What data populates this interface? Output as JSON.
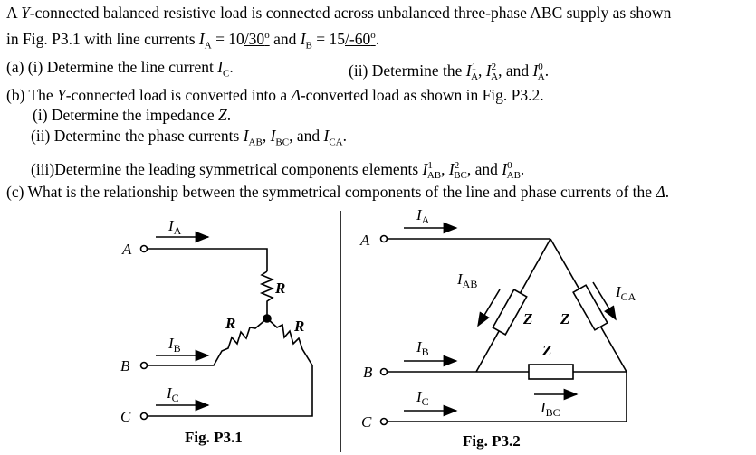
{
  "problem": {
    "line1": "A Y-connected balanced resistive load is connected across unbalanced three-phase ABC supply as shown",
    "line2": "in Fig. P3.1 with line currents I_A = 10/30° and I_B = 15/-60°.",
    "a_i": "(a) (i) Determine the line current I_C.",
    "a_ii": "(ii) Determine the I¹_A, I²_A, and I⁰_A.",
    "b": "(b) The Y-connected load is converted into a Δ-converted load as shown in Fig. P3.2.",
    "b_i": "(i) Determine the impedance Z.",
    "b_ii": "(ii) Determine the phase currents I_AB, I_BC, and I_CA.",
    "b_iii": "(iii)Determine the leading symmetrical components elements I¹_AB, I²_BC, and I⁰_AB.",
    "c": "(c) What is the relationship between the symmetrical components of the line and phase currents of the Δ."
  },
  "fig1": {
    "caption": "Fig. P3.1",
    "node_a": "A",
    "node_b": "B",
    "node_c": "C",
    "resistor": "R",
    "current_a": "A",
    "current_b": "B",
    "current_c": "C"
  },
  "fig2": {
    "caption": "Fig. P3.2",
    "node_a": "A",
    "node_b": "B",
    "node_c": "C",
    "impedance": "Z",
    "i_ab": "AB",
    "i_ca": "CA",
    "i_bc": "BC",
    "current_a": "A",
    "current_b": "B",
    "current_c": "C"
  }
}
